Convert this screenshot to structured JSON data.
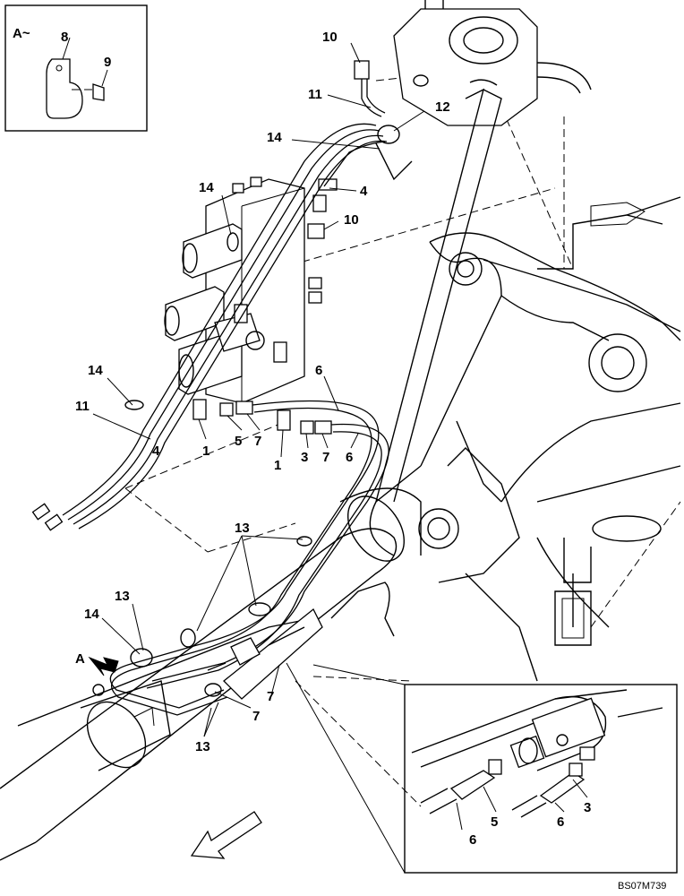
{
  "detail_a": {
    "title": "A~",
    "labels": [
      "8",
      "9"
    ]
  },
  "callouts": {
    "c10a": "10",
    "c11a": "11",
    "c12": "12",
    "c14a": "14",
    "c14b": "14",
    "c4a": "4",
    "c10b": "10",
    "c6a": "6",
    "c14c": "14",
    "c11b": "11",
    "c4b": "4",
    "c1a": "1",
    "c5a": "5",
    "c7a": "7",
    "c1b": "1",
    "c3a": "3",
    "c7b": "7",
    "c6b": "6",
    "c13a": "13",
    "c13b": "13",
    "c14d": "14",
    "c7c": "7",
    "c7d": "7",
    "c13c": "13",
    "c6c": "6",
    "c5b": "5",
    "c6d": "6",
    "c3b": "3"
  },
  "view_arrow": "A",
  "drawing_code": "BS07M739"
}
